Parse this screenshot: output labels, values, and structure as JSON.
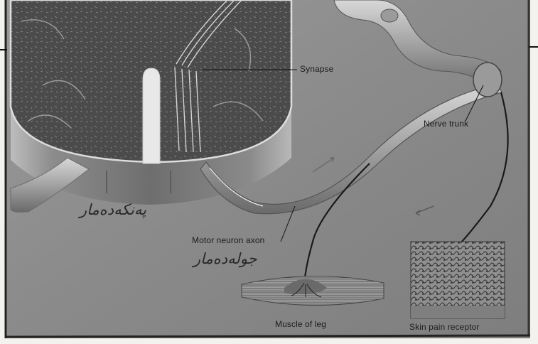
{
  "labels": {
    "synapse": "Synapse",
    "nerve_trunk": "Nerve trunk",
    "motor_neuron_axon": "Motor neuron axon",
    "muscle_of_leg": "Muscle of leg",
    "skin_pain_receptor": "Skin pain receptor"
  },
  "handwritten_notes": {
    "note_1": "پەنکەدەمار",
    "note_2": "جولەدەمار"
  },
  "colors": {
    "plate": "#8c8c8c",
    "grey_matter": "#4a4a4a",
    "white_matter": "#7a7a7a",
    "ink": "#111111"
  }
}
